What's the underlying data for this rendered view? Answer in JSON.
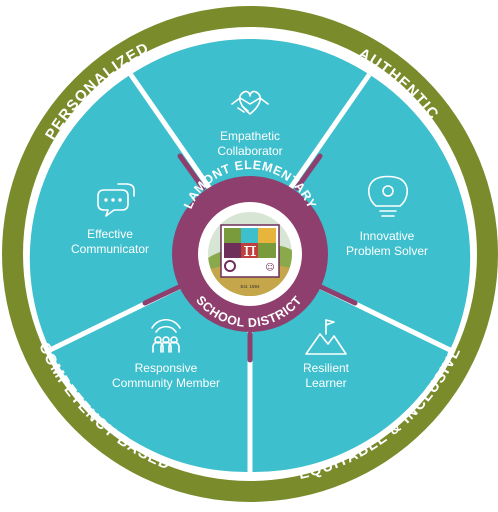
{
  "colors": {
    "outer_ring": "#7a8b2c",
    "segment": "#3dbfcd",
    "segment_divider": "#ffffff",
    "spoke": "#8e3f6e",
    "hub": "#8e3f6e",
    "text": "#ffffff"
  },
  "outer_ring": {
    "labels": [
      "PERSONALIZED",
      "AUTHENTIC",
      "COMPETENCY BASED",
      "EQUITABLE & INCLUSIVE"
    ]
  },
  "center": {
    "top_text": "LAMONT ELEMENTARY",
    "bottom_text": "SCHOOL DISTRICT",
    "logo": {
      "pi_symbol": "π",
      "established": "Est. 1894"
    }
  },
  "segments": [
    {
      "icon": "handshake-heart-icon",
      "lines": [
        "Empathetic",
        "Collaborator"
      ]
    },
    {
      "icon": "lightbulb-gear-icon",
      "lines": [
        "Innovative",
        "Problem Solver"
      ]
    },
    {
      "icon": "mountain-flag-icon",
      "lines": [
        "Resilient",
        "Learner"
      ]
    },
    {
      "icon": "community-people-icon",
      "lines": [
        "Responsive",
        "Community Member"
      ]
    },
    {
      "icon": "speech-bubbles-icon",
      "lines": [
        "Effective",
        "Communicator"
      ]
    }
  ]
}
